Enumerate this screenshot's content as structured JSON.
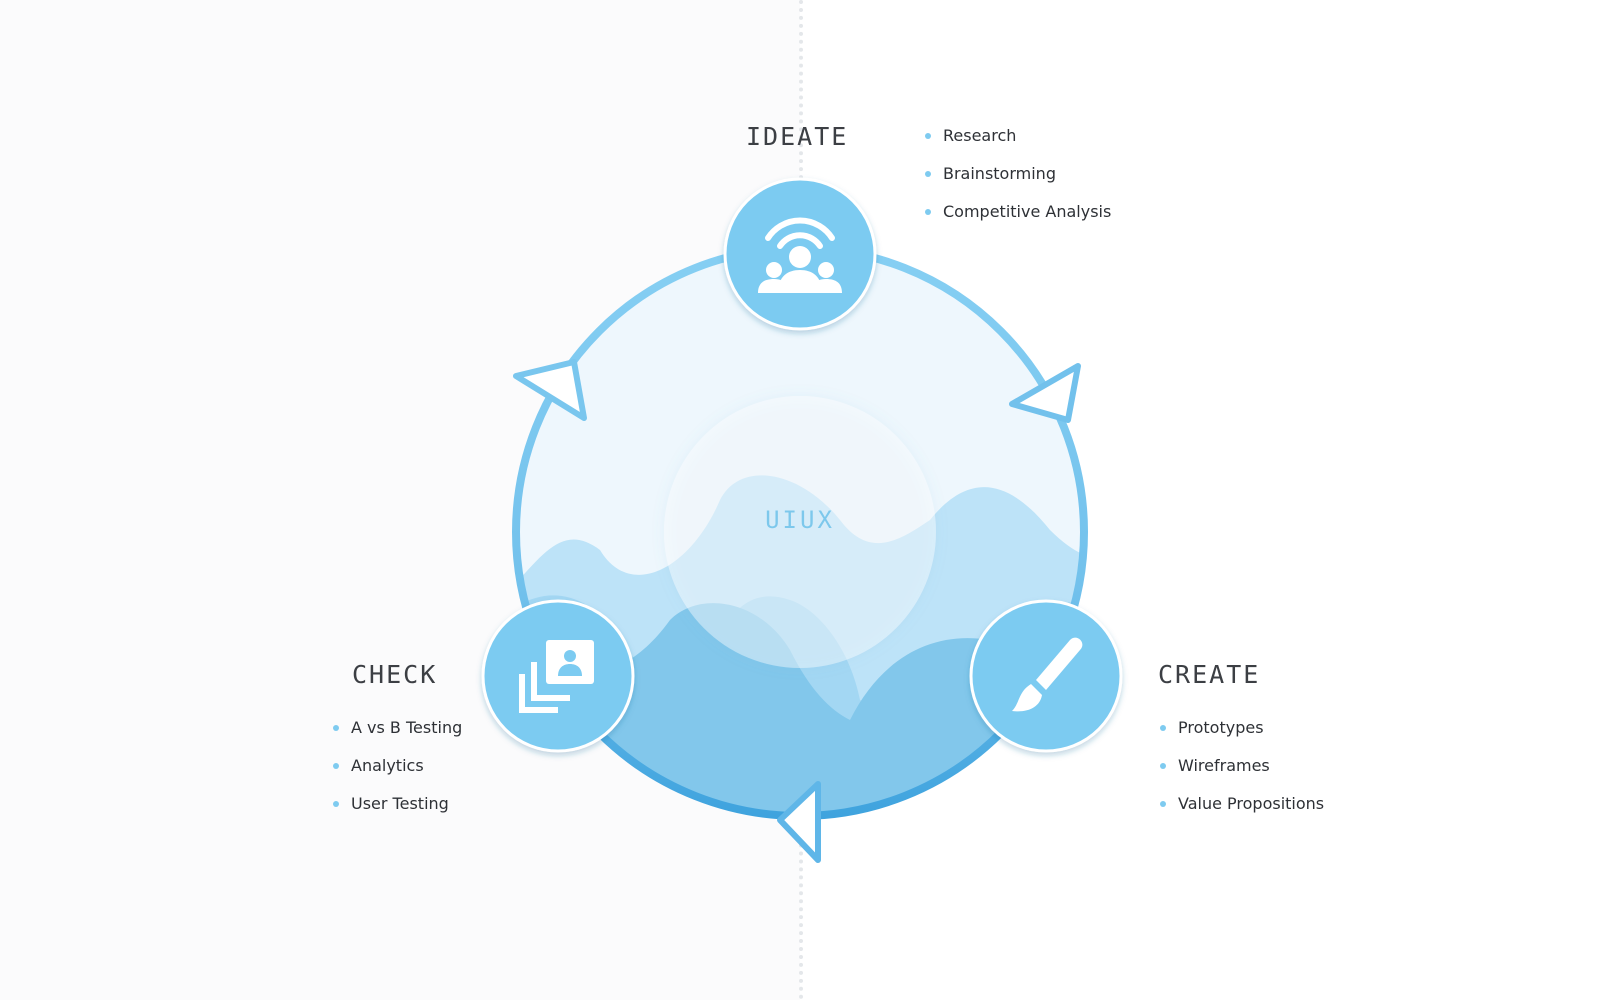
{
  "center": {
    "label": "UIUX"
  },
  "stages": {
    "ideate": {
      "title": "IDEATE",
      "icon": "people-broadcast-icon",
      "items": [
        "Research",
        "Brainstorming",
        "Competitive Analysis"
      ]
    },
    "create": {
      "title": "CREATE",
      "icon": "paint-brush-icon",
      "items": [
        "Prototypes",
        "Wireframes",
        "Value Propositions"
      ]
    },
    "check": {
      "title": "CHECK",
      "icon": "profile-cards-icon",
      "items": [
        "A vs B Testing",
        "Analytics",
        "User Testing"
      ]
    }
  },
  "colors": {
    "accent": "#7ccbf1",
    "ring": "#79c6ee",
    "ring_dark": "#48a9e2",
    "fill_light": "#eef7fd",
    "wave_1": "#b9e2f7",
    "wave_2": "#9fd5f2",
    "wave_3": "#7fc5ea",
    "text": "#2e3136",
    "heading": "#3c3f44"
  }
}
